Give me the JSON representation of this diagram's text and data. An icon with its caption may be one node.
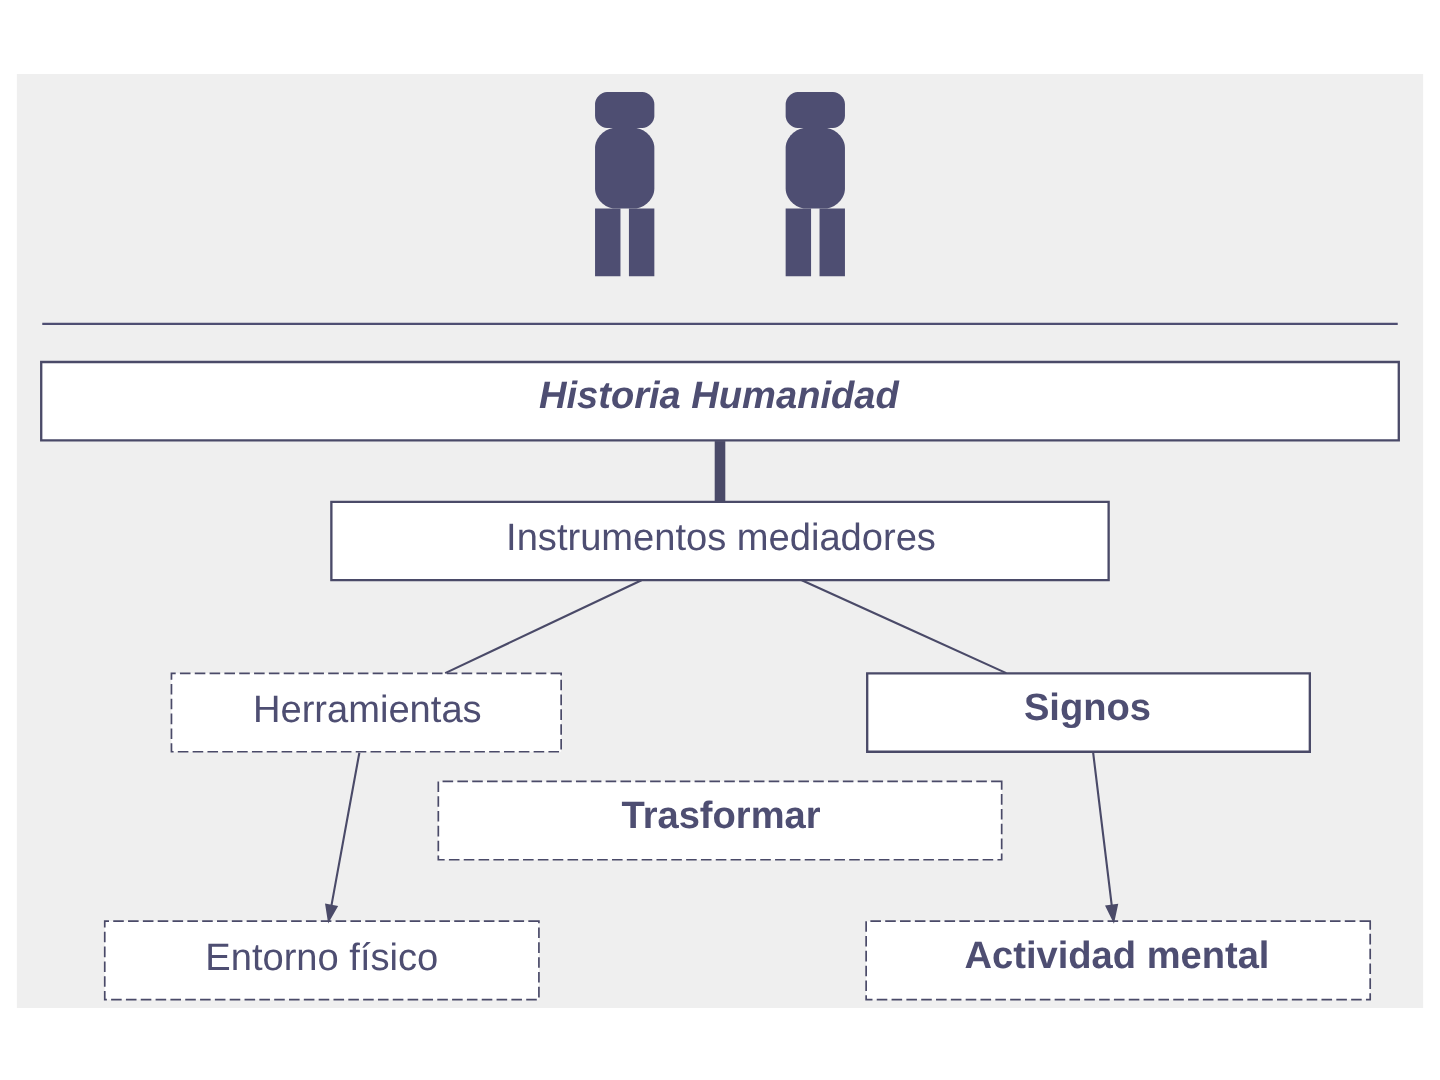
{
  "diagram": {
    "nodes": [
      {
        "text": [],
        "shape": "person"
      },
      {
        "text": [],
        "shape": "person"
      },
      {
        "text": [
          "Historia Humanidad"
        ]
      },
      {
        "text": [
          "Instrumentos mediadores"
        ]
      },
      {
        "text": [
          "Herramientas"
        ]
      },
      {
        "text": [
          "Signos"
        ]
      },
      {
        "text": [
          "Trasformar"
        ]
      },
      {
        "text": [
          "Entorno físico"
        ]
      },
      {
        "text": [
          "Actividad mental"
        ]
      }
    ],
    "edges": [
      {
        "from": 2,
        "to": 3,
        "arrow": "none",
        "style": "thick"
      },
      {
        "from": 3,
        "to": 4,
        "arrow": "none"
      },
      {
        "from": 3,
        "to": 5,
        "arrow": "none"
      },
      {
        "from": 4,
        "to": 7,
        "arrow": "to"
      },
      {
        "from": 5,
        "to": 8,
        "arrow": "to"
      }
    ]
  }
}
